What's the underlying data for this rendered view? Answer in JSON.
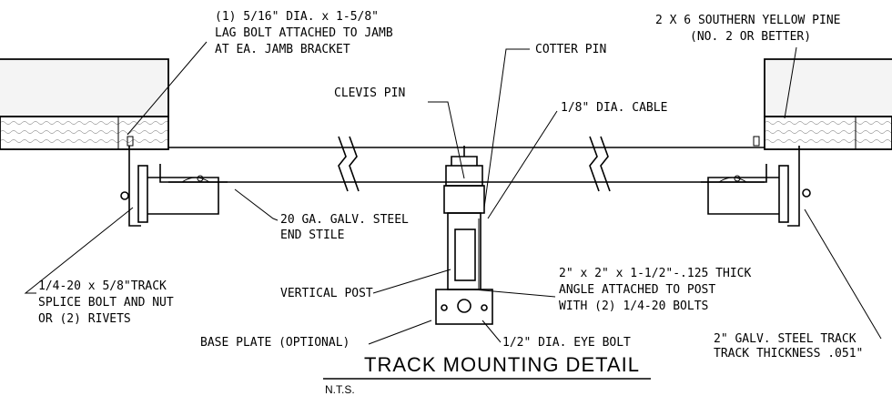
{
  "labels": {
    "lag_bolt": [
      "(1) 5/16\" DIA. x 1-5/8\"",
      "LAG BOLT ATTACHED TO JAMB",
      "AT EA. JAMB BRACKET"
    ],
    "pine": [
      "2 X 6 SOUTHERN YELLOW PINE",
      "(NO. 2 OR BETTER)"
    ],
    "cotter_pin": "COTTER PIN",
    "clevis_pin": "CLEVIS PIN",
    "cable": "1/8\" DIA. CABLE",
    "end_stile": [
      "20 GA. GALV. STEEL",
      "END STILE"
    ],
    "splice_bolt": [
      "1/4-20 x 5/8\"TRACK",
      "SPLICE BOLT AND NUT",
      "OR (2) RIVETS"
    ],
    "vertical_post": "VERTICAL POST",
    "angle": [
      "2\" x 2\" x 1-1/2\"-.125 THICK",
      "ANGLE ATTACHED TO POST",
      "WITH (2) 1/4-20 BOLTS"
    ],
    "base_plate": "BASE PLATE (OPTIONAL)",
    "eye_bolt": "1/2\" DIA. EYE BOLT",
    "track": [
      "2\" GALV. STEEL TRACK",
      "TRACK THICKNESS .051\""
    ]
  },
  "title": "TRACK MOUNTING DETAIL",
  "subtitle": "N.T.S."
}
